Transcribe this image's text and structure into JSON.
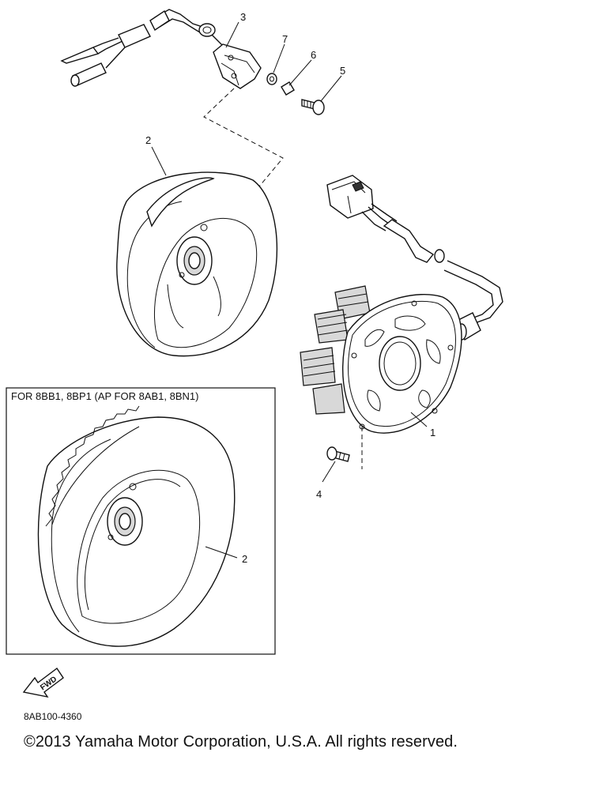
{
  "callouts": {
    "c1": "1",
    "c2_top": "2",
    "c2_box": "2",
    "c3": "3",
    "c4": "4",
    "c5": "5",
    "c6": "6",
    "c7": "7"
  },
  "inset_box": {
    "label": "FOR 8BB1, 8BP1 (AP FOR 8AB1, 8BN1)"
  },
  "fwd_arrow": {
    "label": "FWD"
  },
  "footer": {
    "code": "8AB100-4360",
    "copyright": "©2013 Yamaha Motor Corporation, U.S.A. All rights reserved."
  }
}
